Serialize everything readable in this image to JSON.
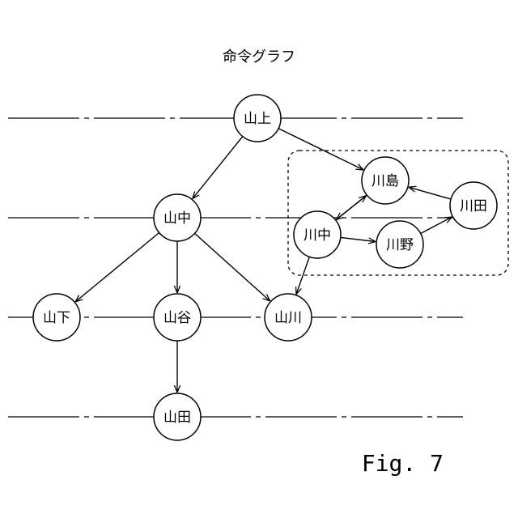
{
  "diagram": {
    "title": "命令グラフ",
    "figure_label": "Fig. 7",
    "nodes": {
      "yamakami": "山上",
      "yamanaka": "山中",
      "yamashita": "山下",
      "yamatani": "山谷",
      "yamakawa": "山川",
      "yamada": "山田",
      "kawashima": "川島",
      "kawanaka": "川中",
      "kawano": "川野",
      "kawada": "川田"
    },
    "edges": [
      {
        "from": "yamakami",
        "to": "yamanaka"
      },
      {
        "from": "yamakami",
        "to": "kawashima"
      },
      {
        "from": "yamanaka",
        "to": "yamashita"
      },
      {
        "from": "yamanaka",
        "to": "yamatani"
      },
      {
        "from": "yamanaka",
        "to": "yamakawa"
      },
      {
        "from": "yamatani",
        "to": "yamada"
      },
      {
        "from": "kawashima",
        "to": "kawanaka"
      },
      {
        "from": "kawanaka",
        "to": "kawashima"
      },
      {
        "from": "kawanaka",
        "to": "kawano"
      },
      {
        "from": "kawanaka",
        "to": "yamakawa"
      },
      {
        "from": "kawano",
        "to": "kawada"
      },
      {
        "from": "kawada",
        "to": "kawashima"
      }
    ]
  }
}
